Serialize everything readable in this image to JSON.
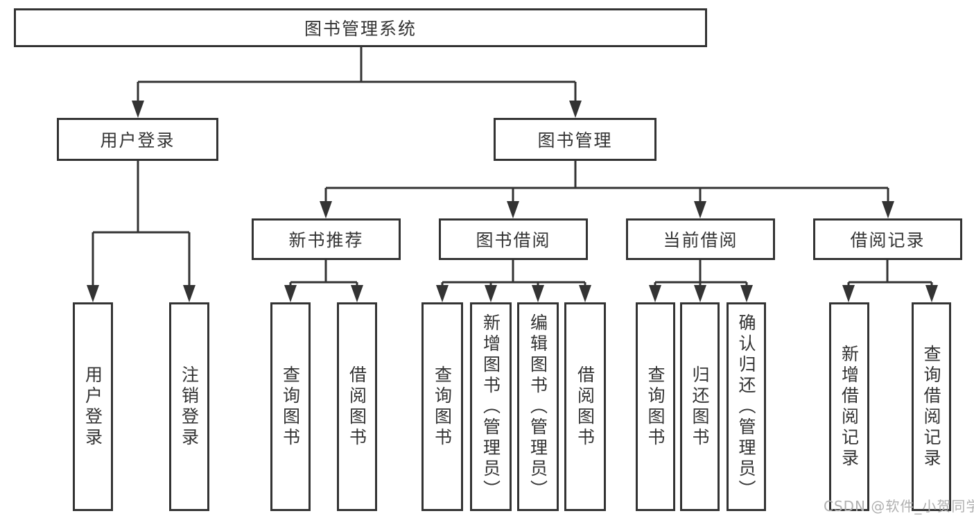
{
  "diagram": {
    "root": {
      "label": "图书管理系统"
    },
    "branches": [
      {
        "label": "用户登录",
        "children": [
          {
            "label": "用户登录"
          },
          {
            "label": "注销登录"
          }
        ]
      },
      {
        "label": "图书管理",
        "children": [
          {
            "label": "新书推荐",
            "children": [
              {
                "label": "查询图书"
              },
              {
                "label": "借阅图书"
              }
            ]
          },
          {
            "label": "图书借阅",
            "children": [
              {
                "label": "查询图书"
              },
              {
                "label": "新增图书（管理员）"
              },
              {
                "label": "编辑图书（管理员）"
              },
              {
                "label": "借阅图书"
              }
            ]
          },
          {
            "label": "当前借阅",
            "children": [
              {
                "label": "查询图书"
              },
              {
                "label": "归还图书"
              },
              {
                "label": "确认归还（管理员）"
              }
            ]
          },
          {
            "label": "借阅记录",
            "children": [
              {
                "label": "新增借阅记录"
              },
              {
                "label": "查询借阅记录"
              }
            ]
          }
        ]
      }
    ]
  },
  "watermark": {
    "text": "CSDN @软件_小贺同学"
  },
  "colors": {
    "line": "#333333",
    "text": "#333333",
    "watermark": "#b0b0b0",
    "background": "#ffffff"
  }
}
